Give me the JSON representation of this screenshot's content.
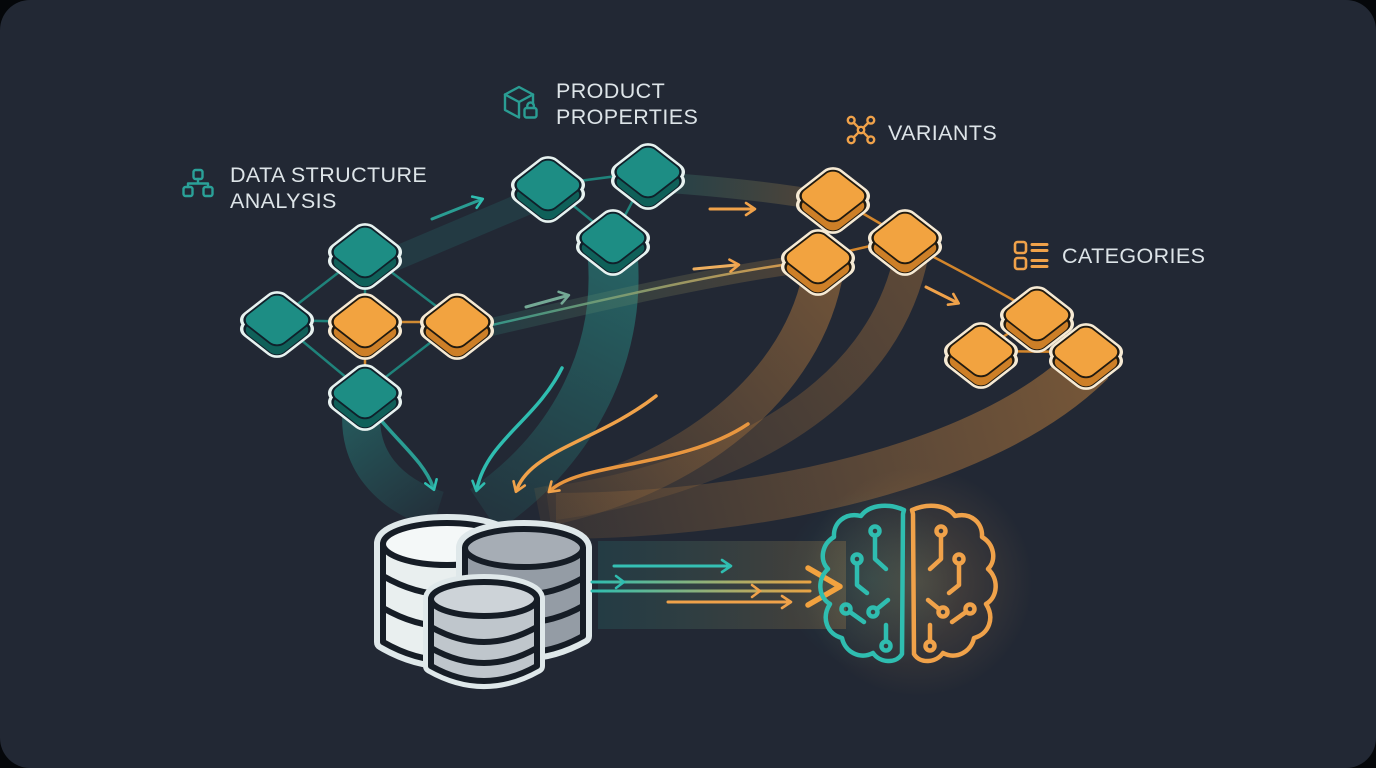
{
  "scene": {
    "type": "data-flow-infographic",
    "background": "#05070a",
    "panel_background": "#222834"
  },
  "labels": {
    "data_structure_analysis": {
      "line1": "DATA STRUCTURE",
      "line2": "ANALYSIS",
      "icon": "hierarchy-icon",
      "icon_color": "#2aa198"
    },
    "product_properties": {
      "line1": "PRODUCT",
      "line2": "PROPERTIES",
      "icon": "cube-lock-icon",
      "icon_color": "#2a9d93"
    },
    "variants": {
      "text": "VARIANTS",
      "icon": "variants-network-icon",
      "icon_color": "#f0a24a"
    },
    "categories": {
      "text": "CATEGORIES",
      "icon": "categories-list-icon",
      "icon_color": "#f0a24a"
    }
  },
  "clusters": {
    "data_structure_analysis": {
      "node_colors": [
        "teal",
        "teal",
        "orange",
        "orange",
        "teal"
      ]
    },
    "product_properties": {
      "node_colors": [
        "teal",
        "teal",
        "teal"
      ]
    },
    "variants": {
      "node_colors": [
        "orange",
        "orange",
        "orange"
      ]
    },
    "categories": {
      "node_colors": [
        "orange",
        "orange",
        "orange"
      ]
    }
  },
  "central_icons": {
    "sink": "database-icon",
    "output": "ai-brain-icon"
  },
  "colors": {
    "teal": "#1d8d84",
    "teal_bright": "#2fbdb0",
    "orange": "#f2a340",
    "orange_deep": "#e8963f",
    "text": "#dde4e8",
    "node_outline_teal": "#e7f2f0",
    "node_outline_orange": "#f6ead4",
    "db_outline": "#161d26",
    "db_white": "#e9efef",
    "db_gray": "#949ca5",
    "db_light_gray": "#bfc6cc"
  }
}
